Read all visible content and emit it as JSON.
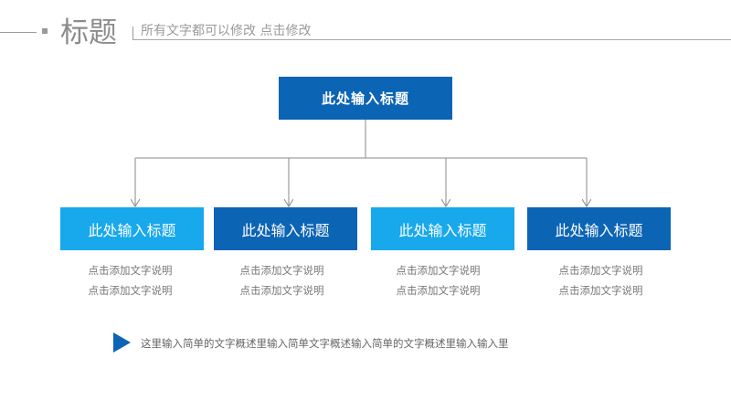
{
  "header": {
    "title": "标题",
    "subtitle": "所有文字都可以修改  点击修改"
  },
  "diagram": {
    "root": {
      "label": "此处输入标题"
    },
    "children": [
      {
        "label": "此处输入标题",
        "desc_line1": "点击添加文字说明",
        "desc_line2": "点击添加文字说明"
      },
      {
        "label": "此处输入标题",
        "desc_line1": "点击添加文字说明",
        "desc_line2": "点击添加文字说明"
      },
      {
        "label": "此处输入标题",
        "desc_line1": "点击添加文字说明",
        "desc_line2": "点击添加文字说明"
      },
      {
        "label": "此处输入标题",
        "desc_line1": "点击添加文字说明",
        "desc_line2": "点击添加文字说明"
      }
    ]
  },
  "footer": {
    "note": "这里输入简单的文字概述里输入简单文字概述输入简单的文字概述里输入输入里"
  },
  "colors": {
    "primary_dark": "#0c64b4",
    "primary_light": "#18a8ec",
    "text_gray": "#777777",
    "connector_gray": "#8a8a8a"
  }
}
